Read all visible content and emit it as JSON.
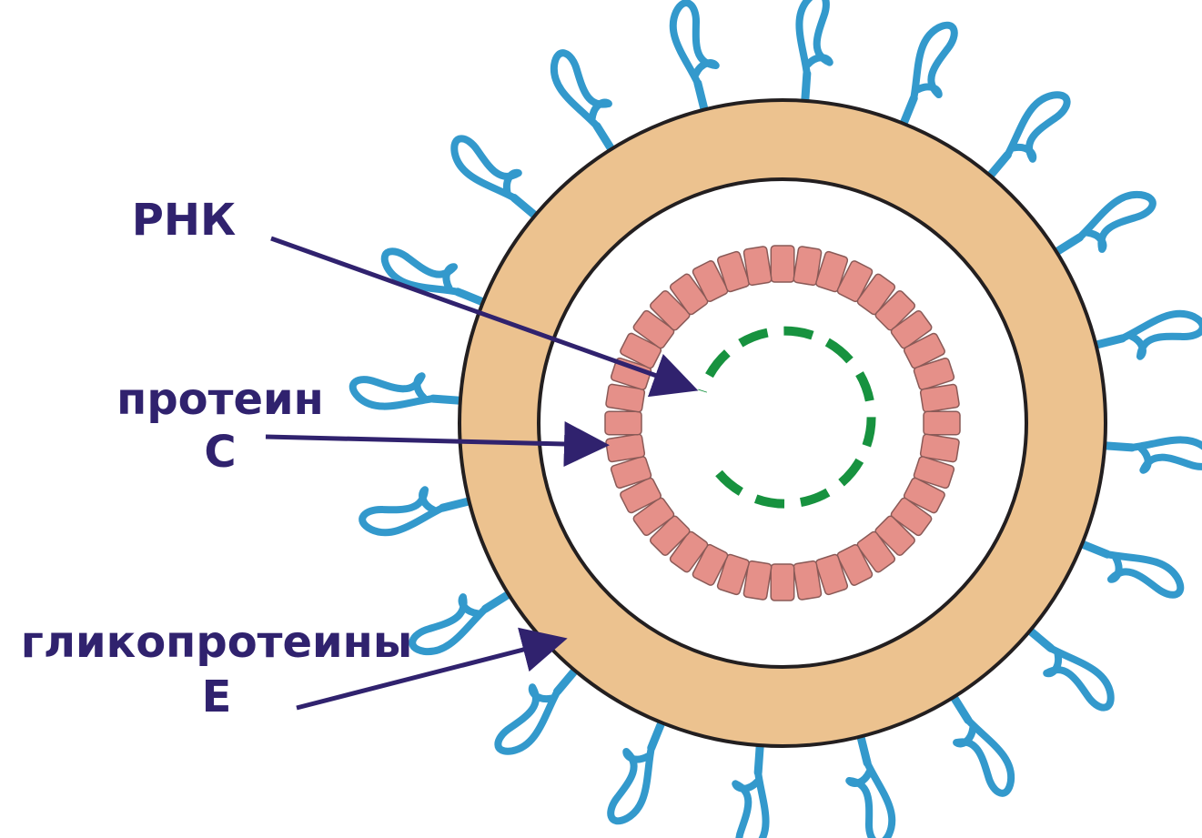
{
  "labels": {
    "rna": "РНК",
    "protein_c_line1": "протеин",
    "protein_c_line2": "C",
    "glyco_e_line1": "гликопротеины",
    "glyco_e_line2": "E"
  },
  "colors": {
    "envelope": "#ecc28f",
    "outline": "#231f20",
    "capsid": "#e59089",
    "capsid_edge": "#8a5a57",
    "rna": "#17923f",
    "spike": "#3399cc",
    "label": "#30226e",
    "arrow": "#30226e"
  },
  "structure": {
    "capsid_units": 40,
    "spike_count": 20
  }
}
